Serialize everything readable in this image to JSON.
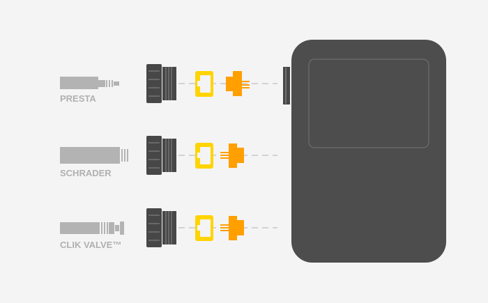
{
  "title": "Valve adapter diagram",
  "colors": {
    "background": "#f4f4f4",
    "device": "#4d4d4d",
    "cap": "#474747",
    "valve": "#b3b3b3",
    "yellow": "#ffd400",
    "orange": "#ff9f00"
  },
  "rows": [
    {
      "label": "PRESTA",
      "valve": "presta"
    },
    {
      "label": "SCHRADER",
      "valve": "schrader"
    },
    {
      "label": "CLIK VALVE™",
      "valve": "clik"
    }
  ]
}
